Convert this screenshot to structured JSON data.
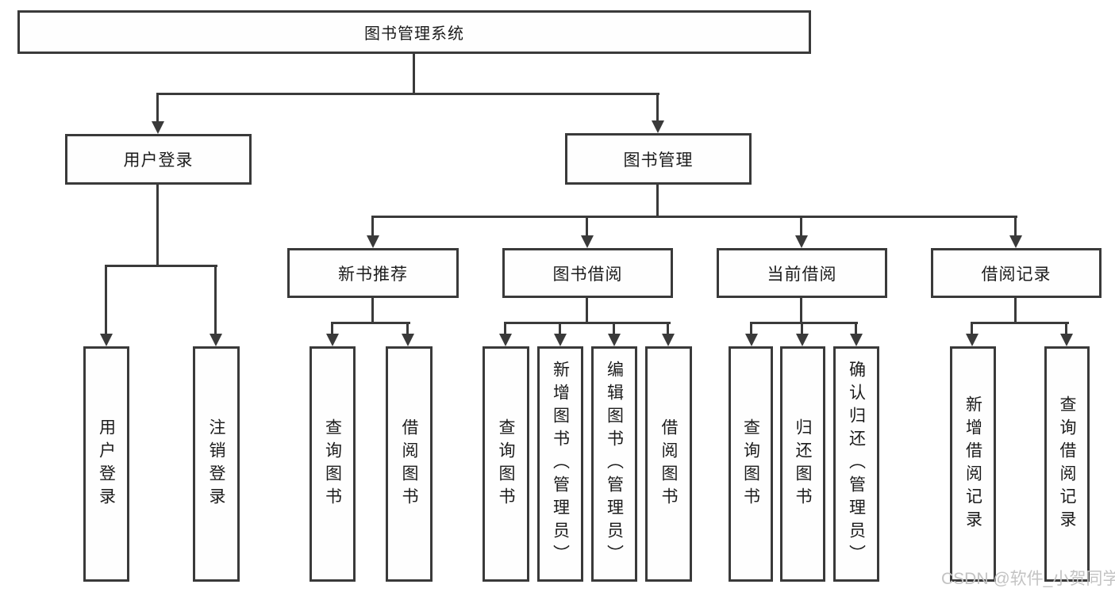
{
  "diagram": {
    "title": "图书管理系统",
    "branches": {
      "user_login": {
        "label": "用户登录",
        "children": [
          "用户登录",
          "注销登录"
        ]
      },
      "book_management": {
        "label": "图书管理",
        "sections": [
          {
            "label": "新书推荐",
            "children": [
              "查询图书",
              "借阅图书"
            ]
          },
          {
            "label": "图书借阅",
            "children": [
              "查询图书",
              "新增图书（管理员）",
              "编辑图书（管理员）",
              "借阅图书"
            ]
          },
          {
            "label": "当前借阅",
            "children": [
              "查询图书",
              "归还图书",
              "确认归还（管理员）"
            ]
          },
          {
            "label": "借阅记录",
            "children": [
              "新增借阅记录",
              "查询借阅记录"
            ]
          }
        ]
      }
    }
  },
  "watermark": {
    "text": "CSDN @软件_小贺同学"
  },
  "colors": {
    "line": "#3a3a3a",
    "text": "#1c1c1c",
    "watermark": "#c3c3c3",
    "background": "#ffffff"
  }
}
